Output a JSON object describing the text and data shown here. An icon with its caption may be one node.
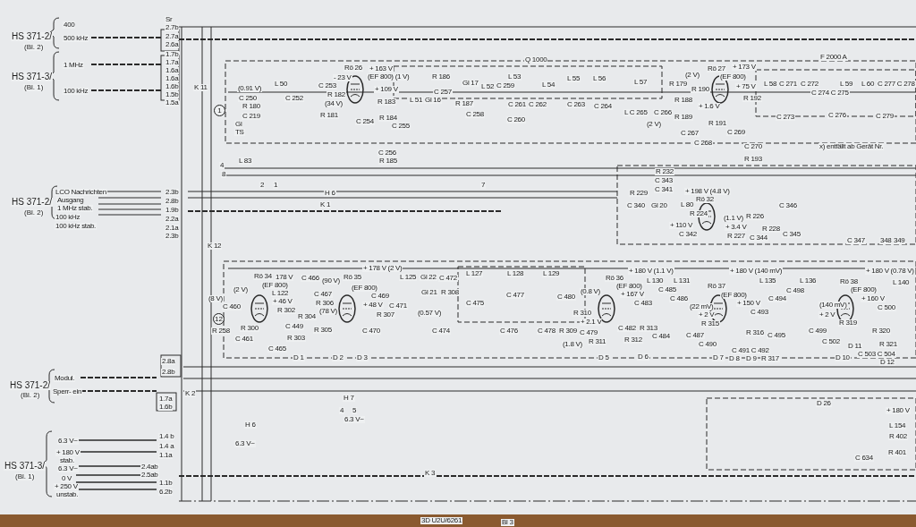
{
  "diagram": {
    "labels": [
      "400",
      "HS 371-2/",
      "500 kHz",
      "(Bl. 2)",
      "Sr",
      "2.7b",
      "2.7a",
      "2.6a",
      "1.7b",
      "1.7a",
      "1.6a",
      "HS 371-3/",
      "1 MHz",
      "1.6a",
      "1.6b",
      "1.5b",
      "100 kHz",
      "(Bl. 1)",
      "1.5a",
      "K 11",
      "(0.91 V)",
      "C 250",
      "1",
      "R 180",
      "C 219",
      "Gl",
      "TS",
      "L 50",
      "C 252",
      "L 83",
      "4",
      "8",
      "2",
      "1",
      "Rö 26",
      "+ 163 V",
      "- 23 V",
      "(EF 800) (1 V)",
      "C 253",
      "R 182",
      "(34 V)",
      "+ 109 V",
      "R 183",
      "R 181",
      "C 254",
      "R 184",
      "C 255",
      "C 256",
      "R 185",
      "Q 1000",
      "R 186",
      "C 257",
      "L 51",
      "Gl 16",
      "Gl 17",
      "L 52",
      "R 187",
      "C 258",
      "C 259",
      "L 53",
      "C 261",
      "C 260",
      "L 54",
      "C 262",
      "L 55",
      "C 263",
      "L 56",
      "C 264",
      "H 6",
      "7",
      "K 1",
      "L 57",
      "L C 265",
      "C 266",
      "R 179",
      "(2 V)",
      "R 190",
      "R 188",
      "R 189",
      "(2 V)",
      "C 267",
      "+ 1.6 V",
      "R 191",
      "C 268",
      "Rö 27",
      "+ 173 V",
      "(EF 800)",
      "+ 75 V",
      "C 269",
      "R 192",
      "F 2000 A",
      "L 58",
      "C 271",
      "C 272",
      "C 273",
      "C 274 C 275",
      "L 59",
      "C 276",
      "L 60",
      "C 277 C 278",
      "C 279",
      "C 270",
      "R 193",
      "x) entfällt ab Gerät Nr.",
      "R 232",
      "C 343",
      "C 341",
      "R 229",
      "C 340",
      "Gl 20",
      "+ 198 V (4.8 V)",
      "L 80",
      "Rö 32",
      "R 224",
      "+ 110 V",
      "(1.1 V)",
      "R 226",
      "C 346",
      "+ 3.4 V",
      "R 228",
      "C 342",
      "R 227",
      "C 344",
      "C 345",
      "C 347",
      "348",
      "349",
      "HS 371-2/",
      "LCO Nachrichten",
      "Ausgang",
      "1 MHz stab.",
      "100 kHz",
      "(Bl. 2)",
      "100 kHz stab.",
      "2.3b",
      "2.8b",
      "1.9b",
      "2.2a",
      "2.1a",
      "2.3b",
      "K 12",
      "Rö 34",
      "178 V",
      "(2 V)",
      "(EF 800)",
      "L 122",
      "(8 V)",
      "C 460",
      "+ 46 V",
      "12",
      "R 302",
      "R 258",
      "R 300",
      "C 461",
      "C 449",
      "R 303",
      "C 465",
      "D 1",
      "2.8a",
      "2.8b",
      "Modul.",
      "HS 371-2/",
      "(Bl. 2)",
      "Sperr- ein",
      "1.7a",
      "1.6b",
      "K 2",
      "H 6",
      "6.3 V~",
      "6.3 V~",
      "1.4 b",
      "1.4 a",
      "+ 180 V",
      "1.1a",
      "stab.",
      "HS 371-3/",
      "6.3 V~",
      "2.4ab",
      "(Bl. 1)",
      "2.5ab",
      "0 V",
      "1.1b",
      "+ 250 V",
      "6.2b",
      "unstab.",
      "C 466",
      "(90 V)",
      "C 467",
      "R 306",
      "(78 V)",
      "R 304",
      "R 305",
      "Rö 35",
      "+ 178 V (2 V)",
      "(EF 800)",
      "C 469",
      "+ 48 V",
      "R 307",
      "C 471",
      "C 470",
      "L 125",
      "Gl 22",
      "C 472",
      "Gl 21",
      "R 308",
      "(0.57 V)",
      "C 474",
      "D 2",
      "D 3",
      "L 127",
      "C 475",
      "L 128",
      "C 477",
      "C 476",
      "L 129",
      "C 480",
      "(0.8 V)",
      "R 310",
      "C 478",
      "R 309",
      "+ 2.1 V",
      "C 479",
      "R 311",
      "(1.8 V)",
      "H 7",
      "4",
      "5",
      "6.3 V~",
      "K 3",
      "3D U2U/6261",
      "Bl 3",
      "Rö 36",
      "+ 180 V (1.1 V)",
      "(EF 800)",
      "+ 167 V",
      "L 130",
      "C 483",
      "C 485",
      "C 486",
      "L 131",
      "C 482",
      "R 312",
      "R 313",
      "C 484",
      "D 5",
      "D 6",
      "(22 mV)",
      "Rö 37",
      "+ 180 V (140 mV)",
      "L 135",
      "(EF 800)",
      "+ 150 V",
      "C 493",
      "C 494",
      "C 498",
      "L 136",
      "+ 2 V",
      "R 315",
      "C 487",
      "C 490",
      "R 316",
      "C 495",
      "C 491 C 492",
      "D 7",
      "D 8",
      "D 9",
      "R 317",
      "(140 mV)",
      "Rö 38",
      "+ 180 V (0.78 V)",
      "L 140",
      "(EF 800)",
      "+ 160 V",
      "C 500",
      "+ 2 V",
      "R 319",
      "C 499",
      "C 502",
      "R 320",
      "R 321",
      "C 503 C 504",
      "D 10",
      "D 11",
      "D 12",
      "D 26",
      "+ 180 V",
      "L 154",
      "R 402",
      "R 401",
      "C 634"
    ]
  }
}
